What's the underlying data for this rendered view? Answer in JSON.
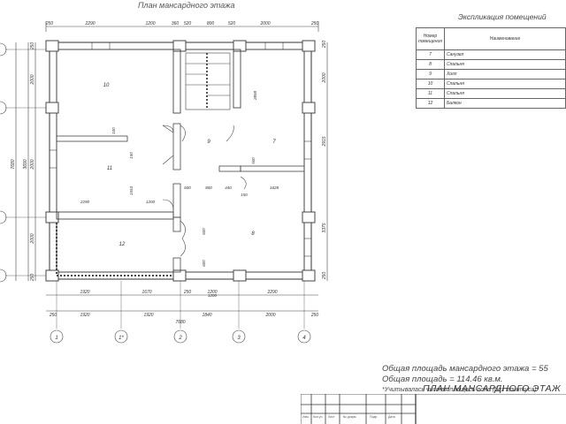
{
  "plan_title": "План мансардного этажа",
  "explication": {
    "title": "Экспликация помещений",
    "header_num": "Номер помещения",
    "header_name": "Наименование",
    "rows": [
      {
        "num": "7",
        "name": "Санузел"
      },
      {
        "num": "8",
        "name": "Спальня"
      },
      {
        "num": "9",
        "name": "Холл"
      },
      {
        "num": "10",
        "name": "Спальня"
      },
      {
        "num": "11",
        "name": "Спальня"
      },
      {
        "num": "12",
        "name": "Балкон"
      }
    ]
  },
  "rooms": [
    "10",
    "11",
    "12",
    "9",
    "7",
    "8"
  ],
  "dims_top": [
    "250",
    "2290",
    "1200",
    "360",
    "520",
    "800",
    "520",
    "2000",
    "250"
  ],
  "dims_bottom_row1": [
    "1920",
    "1670",
    "250",
    "1200",
    "2290"
  ],
  "dims_bottom_row2": [
    "250",
    "1920",
    "1920",
    "1840",
    "2000",
    "250"
  ],
  "dims_bottom_total": "7680",
  "dims_left": [
    "250",
    "2000",
    "2000",
    "2000",
    "250"
  ],
  "dims_left_long": [
    "7680",
    "3690"
  ],
  "dims_right": [
    "250",
    "2000",
    "2915",
    "3375",
    "250"
  ],
  "dims_inner": [
    "2290",
    "1200",
    "600",
    "800",
    "440",
    "150",
    "1628",
    "1553",
    "2858",
    "600",
    "600",
    "1200",
    "500",
    "100",
    "150"
  ],
  "axes_bottom": [
    "1",
    "1*",
    "2",
    "3",
    "4"
  ],
  "axes_left": [
    "",
    "",
    "",
    ""
  ],
  "area_attic": "Общая площадь мансардного этажа = 55",
  "area_total": "Общая площадь = 114.46 кв.м.",
  "note": "*Учитывалась чистая площадь пола (без плинтуса)",
  "stamp": {
    "title": "ПЛАН МАНСАРДНОГО ЭТАЖ",
    "labels": [
      "Изм.",
      "Кол.уч.",
      "Лист",
      "№ докум.",
      "Подп.",
      "Дата"
    ]
  }
}
